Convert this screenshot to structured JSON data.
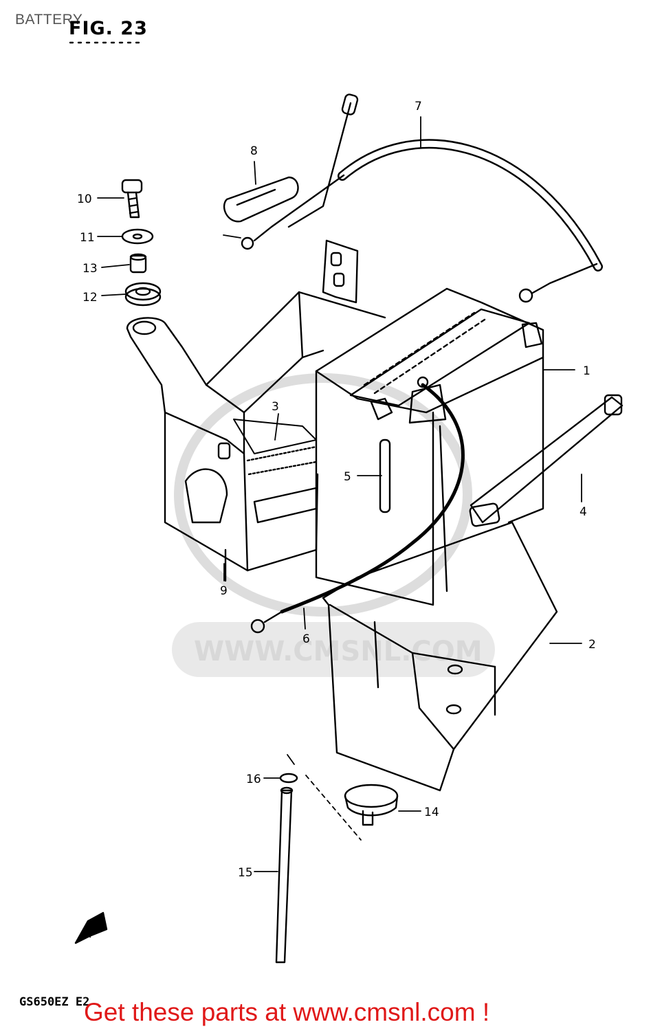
{
  "page_label": "BATTERY",
  "figure_title": "FIG. 23",
  "model_code": "GS650EZ  E2",
  "promo_text": "Get these parts at www.cmsnl.com !",
  "watermark_text": "WWW.CMSNL.COM",
  "callouts": {
    "c1": "1",
    "c2": "2",
    "c3": "3",
    "c4": "4",
    "c5": "5",
    "c6": "6",
    "c7": "7",
    "c8": "8",
    "c9": "9",
    "c10": "10",
    "c11": "11",
    "c12": "12",
    "c13": "13",
    "c14": "14",
    "c15": "15",
    "c16": "16"
  },
  "fwd_mark": "FWD",
  "colors": {
    "line": "#000000",
    "watermark": "#d8d8d8",
    "promo": "#e01818"
  }
}
